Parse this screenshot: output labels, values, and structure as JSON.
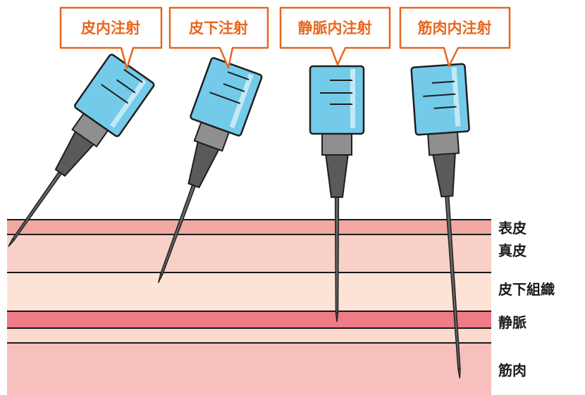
{
  "callouts": [
    {
      "label": "皮内注射"
    },
    {
      "label": "皮下注射"
    },
    {
      "label": "静脈内注射"
    },
    {
      "label": "筋肉内注射"
    }
  ],
  "layers": [
    {
      "label": "表皮",
      "color": "#f0a8a0"
    },
    {
      "label": "真皮",
      "color": "#f8d0c8"
    },
    {
      "label": "皮下組織",
      "color": "#fde3d6"
    },
    {
      "label": "静脈",
      "color": "#ee7b85"
    },
    {
      "label": "筋肉",
      "color": "#f7c0bd"
    }
  ],
  "colors": {
    "accent": "#e8661f",
    "syringe_fluid": "#74cbe9",
    "syringe_hub": "#8f8f8f",
    "needle": "#555555"
  }
}
